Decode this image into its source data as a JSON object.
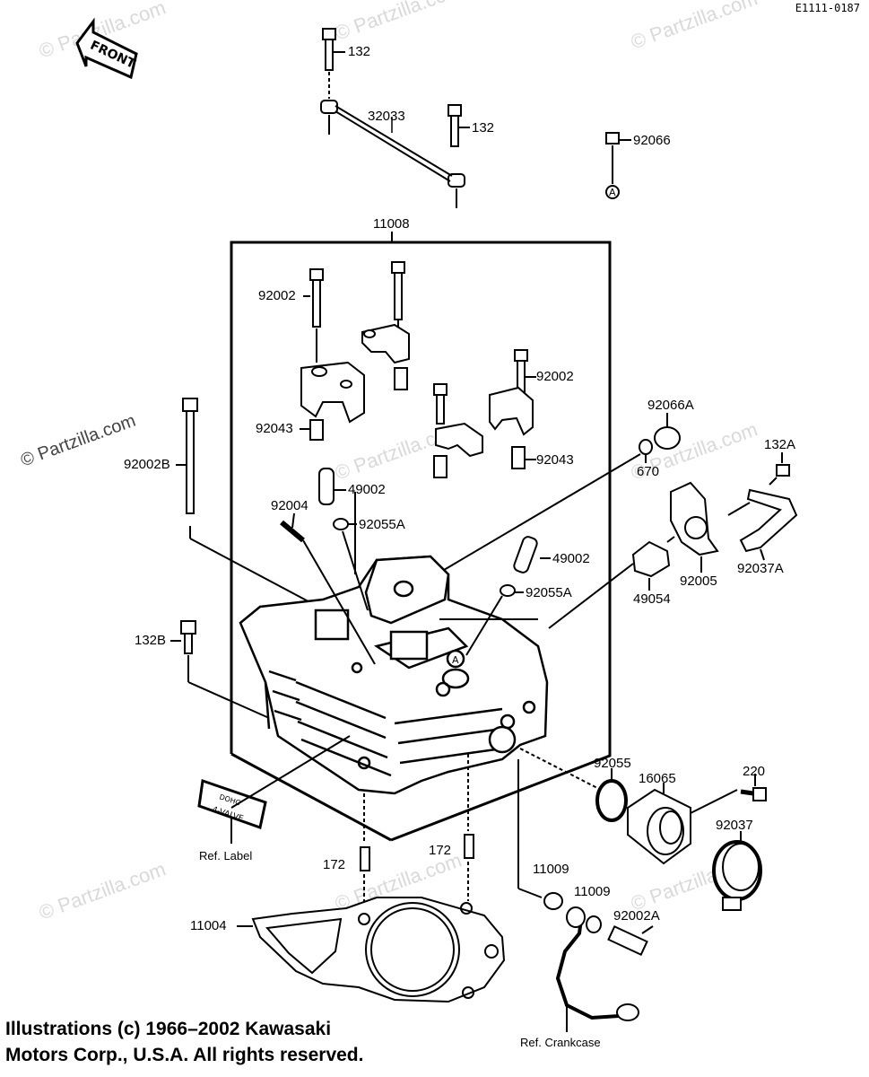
{
  "diagram_code": "E1111-0187",
  "front_label": "FRONT",
  "watermark_text": "© Partzilla.com",
  "decal_text": [
    "DOHC",
    "4-VALVE"
  ],
  "callout_A": "A",
  "parts": {
    "p132_top": "132",
    "p32033": "32033",
    "p132_right": "132",
    "p92066": "92066",
    "p11008": "11008",
    "p92002_left": "92002",
    "p92002_right": "92002",
    "p92043_left": "92043",
    "p92043_right": "92043",
    "p92066A": "92066A",
    "p670": "670",
    "p132A": "132A",
    "p92002B": "92002B",
    "p49002_left": "49002",
    "p92004": "92004",
    "p92055A_left": "92055A",
    "p49002_right": "49002",
    "p92055A_right": "92055A",
    "p49054": "49054",
    "p92005": "92005",
    "p92037A": "92037A",
    "p132B": "132B",
    "p92055": "92055",
    "p16065": "16065",
    "p220": "220",
    "p92037": "92037",
    "p172_left": "172",
    "p172_right": "172",
    "p11009_a": "11009",
    "p11009_b": "11009",
    "p92002A": "92002A",
    "p11004": "11004",
    "ref_label": "Ref. Label",
    "ref_crankcase": "Ref. Crankcase"
  },
  "copyright": {
    "line1": "Illustrations (c) 1966–2002 Kawasaki",
    "line2": "Motors Corp., U.S.A.  All rights reserved."
  }
}
